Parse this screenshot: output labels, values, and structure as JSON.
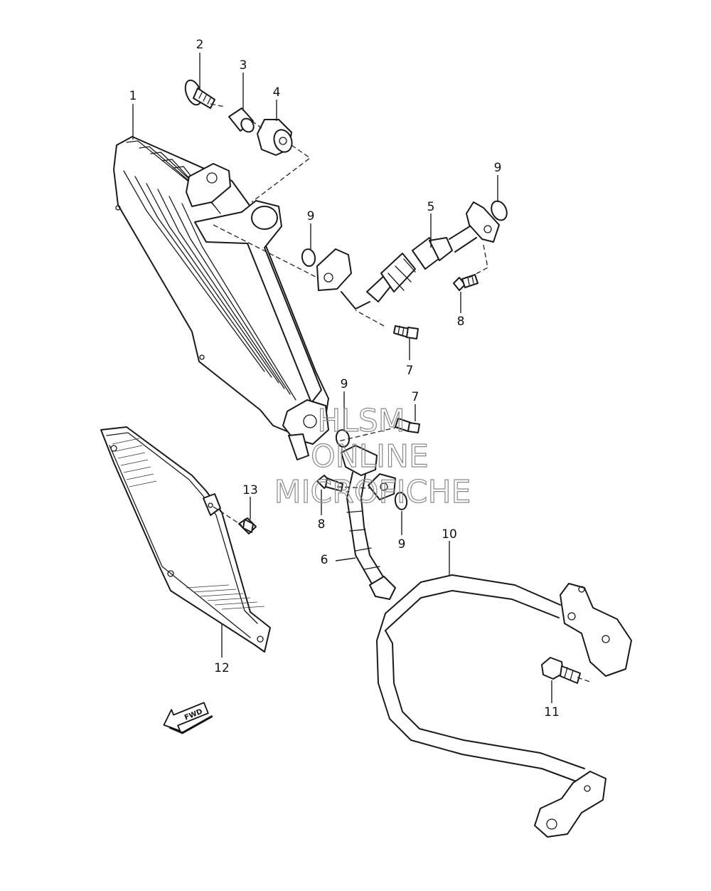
{
  "callouts": [
    {
      "id": "c1",
      "text": "1"
    },
    {
      "id": "c2",
      "text": "2"
    },
    {
      "id": "c3",
      "text": "3"
    },
    {
      "id": "c4",
      "text": "4"
    },
    {
      "id": "c5",
      "text": "5"
    },
    {
      "id": "c6",
      "text": "6"
    },
    {
      "id": "c7a",
      "text": "7"
    },
    {
      "id": "c7b",
      "text": "7"
    },
    {
      "id": "c8a",
      "text": "8"
    },
    {
      "id": "c8b",
      "text": "8"
    },
    {
      "id": "c9a",
      "text": "9"
    },
    {
      "id": "c9b",
      "text": "9"
    },
    {
      "id": "c9c",
      "text": "9"
    },
    {
      "id": "c9d",
      "text": "9"
    },
    {
      "id": "c10",
      "text": "10"
    },
    {
      "id": "c11",
      "text": "11"
    },
    {
      "id": "c12",
      "text": "12"
    },
    {
      "id": "c13",
      "text": "13"
    }
  ],
  "fwd_label": "FWD",
  "watermark": {
    "line1": "HLSM",
    "line2": "ONLINE",
    "line3": "MICROFICHE"
  }
}
